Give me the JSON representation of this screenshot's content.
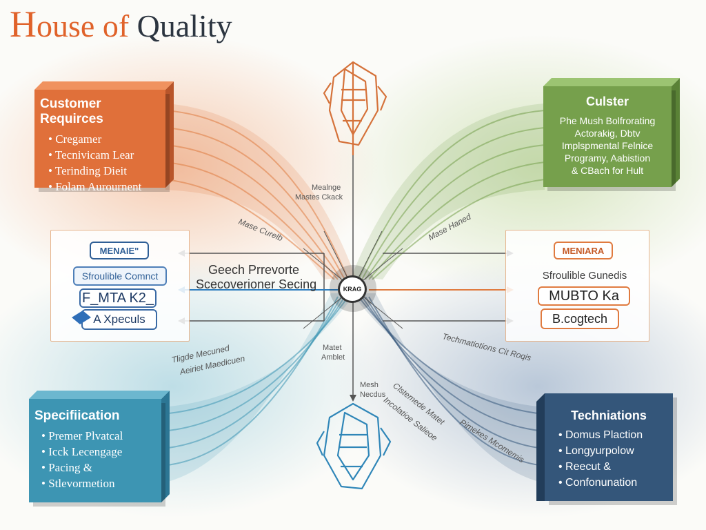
{
  "title": {
    "first": "H",
    "rest_orange": "ouse of",
    "rest_dark": " Quality"
  },
  "customer": {
    "heading": "Customer Requirces",
    "items": [
      "Cregamer",
      "Tecnivicam Lear",
      "Terinding Dieit",
      "Folam Aurournent"
    ],
    "color": "#e0703a"
  },
  "cluster": {
    "heading": "Culster",
    "lines": [
      "Phe Mush Bolfrorating",
      "Actorakig, Dbtv",
      "Implspmental Felnice",
      "Programy, Aabistion",
      "& CBach for Hult"
    ],
    "color": "#76a04c"
  },
  "spec": {
    "heading": "Specifiication",
    "items": [
      "Premer Plvatcal",
      "Icck Lecengage",
      "Pacing &",
      "Stlevormetion"
    ],
    "color": "#3d95b3"
  },
  "tech": {
    "heading": "Techniations",
    "items": [
      "Domus Plaction",
      "Longyurpolow",
      "Reecut &",
      "Confonunation"
    ],
    "color": "#34567a"
  },
  "left_panel": {
    "head": "MENAIE\"",
    "sub": "Sfroulible Comnct",
    "big": "F_MTA K2_",
    "foot": "A Xpeculs"
  },
  "right_panel": {
    "head": "MENIARA",
    "sub": "Sfroulible Gunedis",
    "big": "MUBTO Ka",
    "foot": "B.cogtech"
  },
  "center": {
    "label_line1": "Geech Prrevorte",
    "label_line2": "Scecoverioner Secing",
    "hub": "KRAG"
  },
  "small_labels": {
    "top_center": [
      "Mealnge",
      "Mastes Ckack"
    ],
    "mid_center": [
      "Matet",
      "Amblet"
    ],
    "low_center": [
      "Mesh",
      "Necdus"
    ],
    "band_ul": "Mase Curelb",
    "band_ur": "Mase Haned",
    "band_ll": [
      "Tligde Mecuned",
      "Aeiriet Maedicuen"
    ],
    "band_lr": "Techmatiotions Cit Roqis",
    "band_lr2": [
      "Clstemede Matet",
      "Incolatioe Salieoe"
    ],
    "band_lr3": "Pimekes Mcomemis"
  }
}
